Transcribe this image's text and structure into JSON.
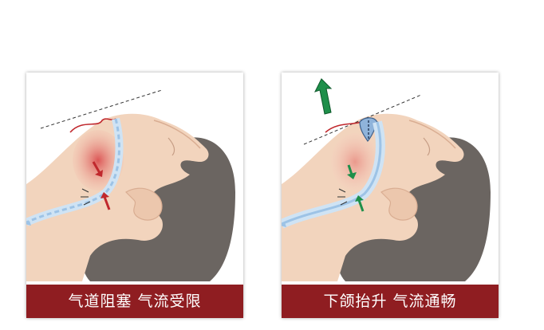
{
  "panels": [
    {
      "caption": "气道阻塞 气流受限",
      "state": "obstructed"
    },
    {
      "caption": "下颌抬升  气流通畅",
      "state": "open"
    }
  ],
  "colors": {
    "caption_bg": "#8f1d21",
    "skin": "#f2d4bd",
    "hair": "#6b6561",
    "airway": "#9dc3e6",
    "red_arrow": "#c0282d",
    "green_arrow": "#1e8f4a"
  },
  "icons": [
    "head-profile-icon",
    "airway-icon",
    "arrow-icon",
    "jaw-lift-arrow-icon"
  ]
}
